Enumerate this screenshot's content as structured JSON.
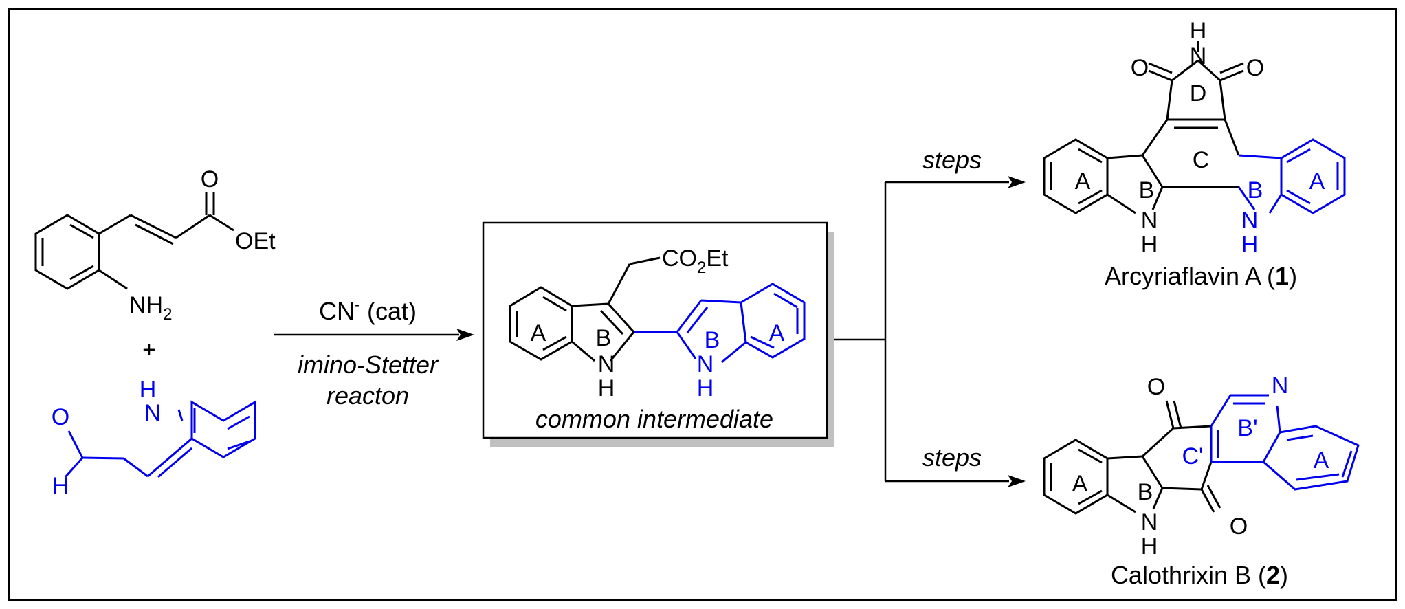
{
  "colors": {
    "ink": "#000000",
    "accent_ring": "#0000ee",
    "shadow": "#c0c0c0"
  },
  "reactant1": {
    "carbonyl_o": "O",
    "ester": "OEt",
    "amine": "NH",
    "amine_sub": "2"
  },
  "plus": "+",
  "reactant2": {
    "aldehyde_o": "O",
    "aldehyde_h": "H",
    "nh_h": "H",
    "nh_n": "N"
  },
  "arrow_main": {
    "reagent": "CN",
    "reagent_sup": "-",
    "reagent_rest": " (cat)",
    "line1": "imino-Stetter",
    "line2": "reacton"
  },
  "intermediate": {
    "ester_a": "CO",
    "ester_sub": "2",
    "ester_b": "Et",
    "ring_a_left": "A",
    "ring_b_left": "B",
    "nh_left_n": "N",
    "nh_left_h": "H",
    "ring_b_right": "B",
    "ring_a_right": "A",
    "nh_right_n": "N",
    "nh_right_h": "H",
    "caption": "common intermediate"
  },
  "branch_top": {
    "label": "steps"
  },
  "branch_bottom": {
    "label": "steps"
  },
  "arcyriaflavin": {
    "imide_h": "H",
    "imide_n": "N",
    "o_left": "O",
    "o_right": "O",
    "ring_d": "D",
    "ring_c": "C",
    "ring_a_left": "A",
    "ring_b_left": "B",
    "ring_b_right": "B",
    "ring_a_right": "A",
    "nh1_n": "N",
    "nh1_h": "H",
    "nh2_n": "N",
    "nh2_h": "H",
    "name": "Arcyriaflavin A (",
    "number": "1",
    "close": ")"
  },
  "calothrixin": {
    "o_top": "O",
    "o_bottom": "O",
    "n_pyr": "N",
    "ring_b_prime": "B'",
    "ring_c_prime": "C'",
    "ring_a_left": "A",
    "ring_b": "B",
    "ring_a_right": "A",
    "nh_n": "N",
    "nh_h": "H",
    "name": "Calothrixin B (",
    "number": "2",
    "close": ")"
  }
}
